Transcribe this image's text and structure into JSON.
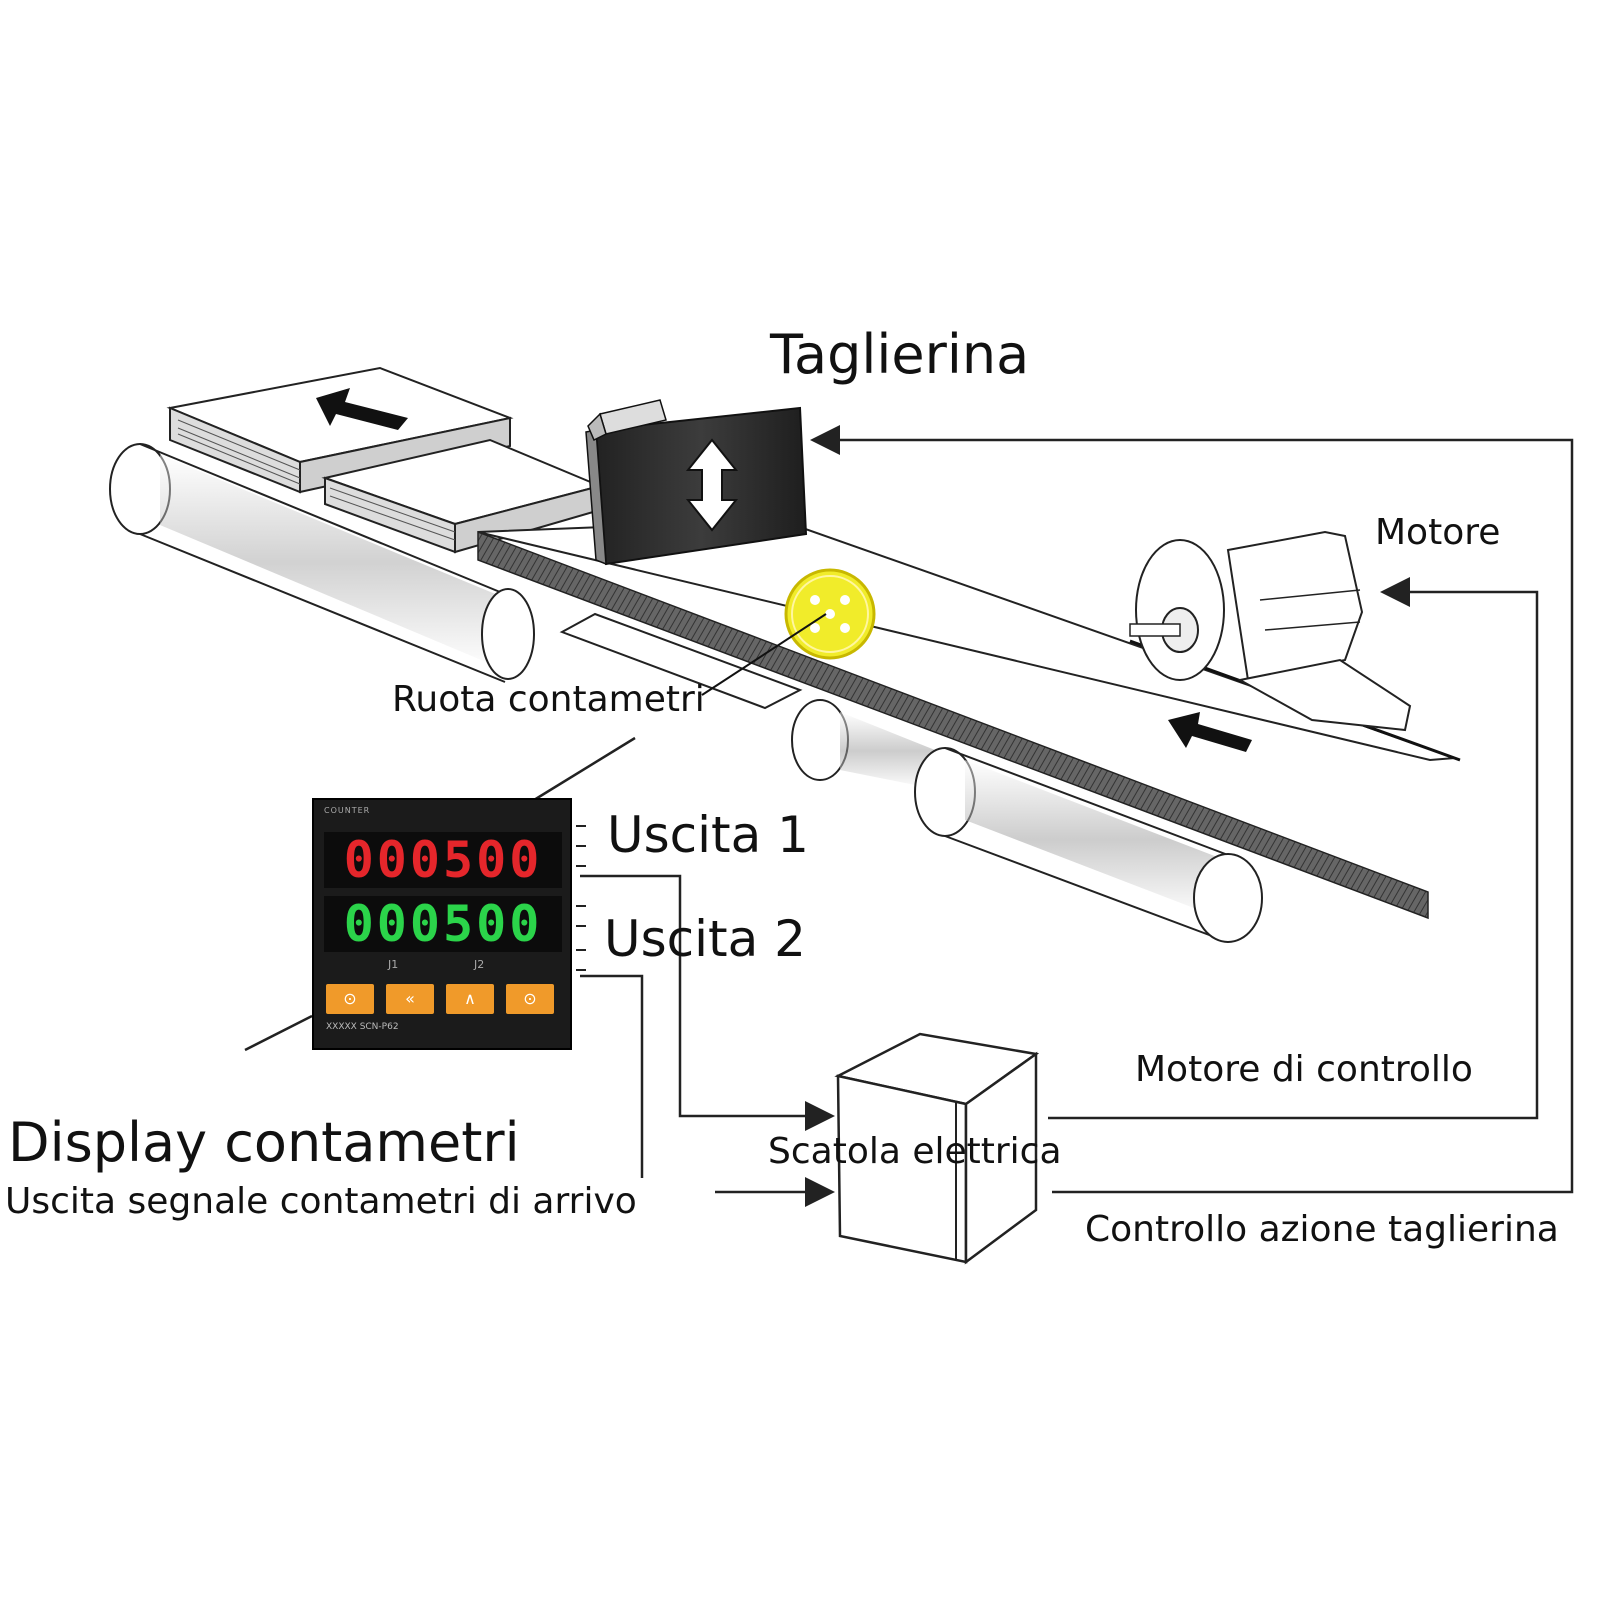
{
  "labels": {
    "cutter": "Taglierina",
    "motor": "Motore",
    "meter_wheel": "Ruota contametri",
    "output1": "Uscita 1",
    "output2": "Uscita 2",
    "control_motor": "Motore di controllo",
    "electrical_box": "Scatola elettrica",
    "counter_display": "Display contametri",
    "signal_output": "Uscita segnale contametri di arrivo",
    "cutter_control": "Controllo azione taglierina"
  },
  "counter": {
    "brand_top": "COUNTER",
    "display_red": "000500",
    "display_green": "000500",
    "indicator_1": "J1",
    "indicator_2": "J2",
    "buttons": [
      "⊙",
      "«",
      "∧",
      "⊙"
    ],
    "model": "XXXXX  SCN-P62"
  },
  "colors": {
    "red_digits": "#e5262b",
    "green_digits": "#2bd44a",
    "button_orange": "#f09a2a",
    "wheel_yellow": "#f1ec2a"
  }
}
